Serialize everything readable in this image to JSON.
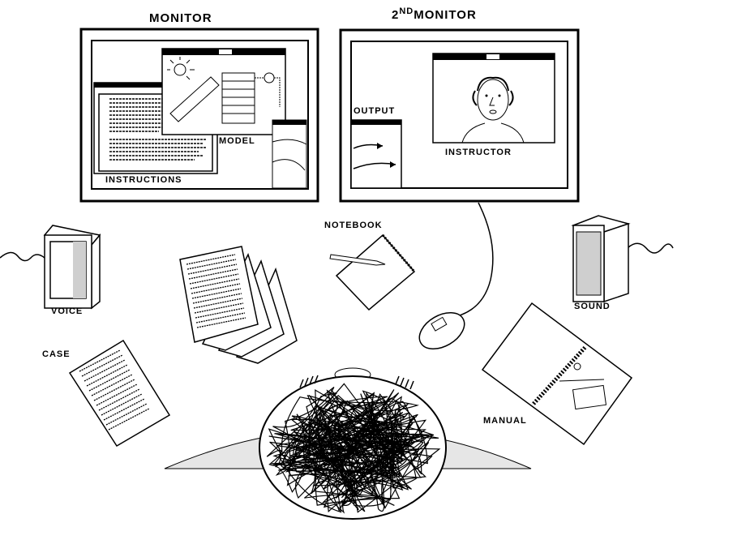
{
  "labels": {
    "monitor": "MONITOR",
    "monitor2_prefix": "2",
    "monitor2_sup": "ND",
    "monitor2_suffix": "MONITOR",
    "instructions": "INSTRUCTIONS",
    "model": "MODEL",
    "output": "OUTPUT",
    "instructor": "INSTRUCTOR",
    "notebook": "NOTEBOOK",
    "voice": "VOICE",
    "sound": "SOUND",
    "case": "CASE",
    "manual": "MANUAL"
  },
  "icons": [
    "speaker-icon",
    "notebook-icon",
    "pencil-icon",
    "mouse-icon",
    "documents-icon",
    "head-icon"
  ],
  "colors": {
    "ink": "#000000",
    "desk": "#e6e6e6",
    "panel": "#cfcfcf"
  }
}
